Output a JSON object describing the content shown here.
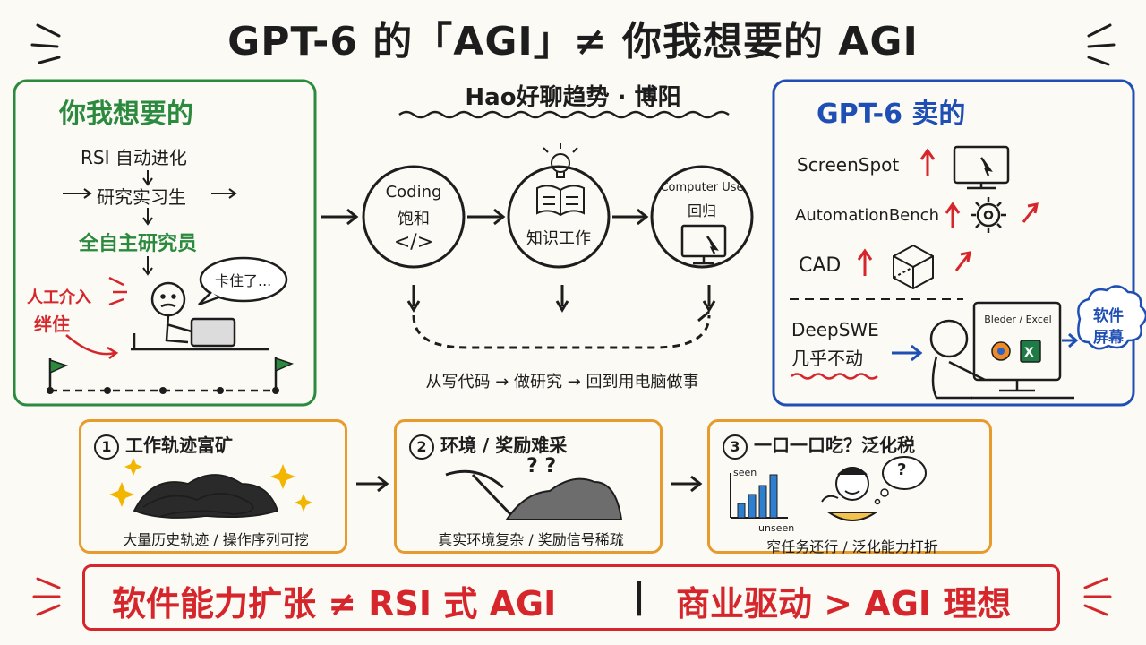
{
  "header": {
    "title": "GPT-6 的「AGI」≠ 你我想要的 AGI",
    "subtitle": "Hao好聊趋势 · 博阳"
  },
  "left_panel": {
    "heading": "你我想要的",
    "rsi": "RSI 自动进化",
    "intern": "研究实习生",
    "researcher": "全自主研究员",
    "intervention_line1": "人工介入",
    "intervention_line2": "绊住",
    "speech": "卡住了..."
  },
  "middle": {
    "circle1_line1": "Coding",
    "circle1_line2": "饱和",
    "circle1_icon": "</>",
    "circle2_label": "知识工作",
    "circle3_line1": "Computer Use",
    "circle3_line2": "回归",
    "caption": "从写代码 → 做研究 → 回到用电脑做事"
  },
  "right_panel": {
    "heading": "GPT-6 卖的",
    "item1": "ScreenSpot",
    "item2": "AutomationBench",
    "item3": "CAD",
    "deepswe_line1": "DeepSWE",
    "deepswe_line2": "几乎不动",
    "screen_label": "Bleder / Excel",
    "cloud_line1": "软件",
    "cloud_line2": "屏幕"
  },
  "cards": [
    {
      "num": "1",
      "title": "工作轨迹富矿",
      "caption": "大量历史轨迹 / 操作序列可挖"
    },
    {
      "num": "2",
      "title": "环境 / 奖励难采",
      "caption": "真实环境复杂 / 奖励信号稀疏"
    },
    {
      "num": "3",
      "title": "一口一口吃？泛化税",
      "caption": "窄任务还行 / 泛化能力打折",
      "seen": "seen",
      "unseen": "unseen"
    }
  ],
  "banner": {
    "left": "软件能力扩张 ≠ RSI 式 AGI",
    "sep": "|",
    "right": "商业驱动 > AGI 理想"
  },
  "colors": {
    "green": "#2b8a3e",
    "blue": "#1f4fb5",
    "red": "#d6262b",
    "orange": "#e69b2c"
  }
}
